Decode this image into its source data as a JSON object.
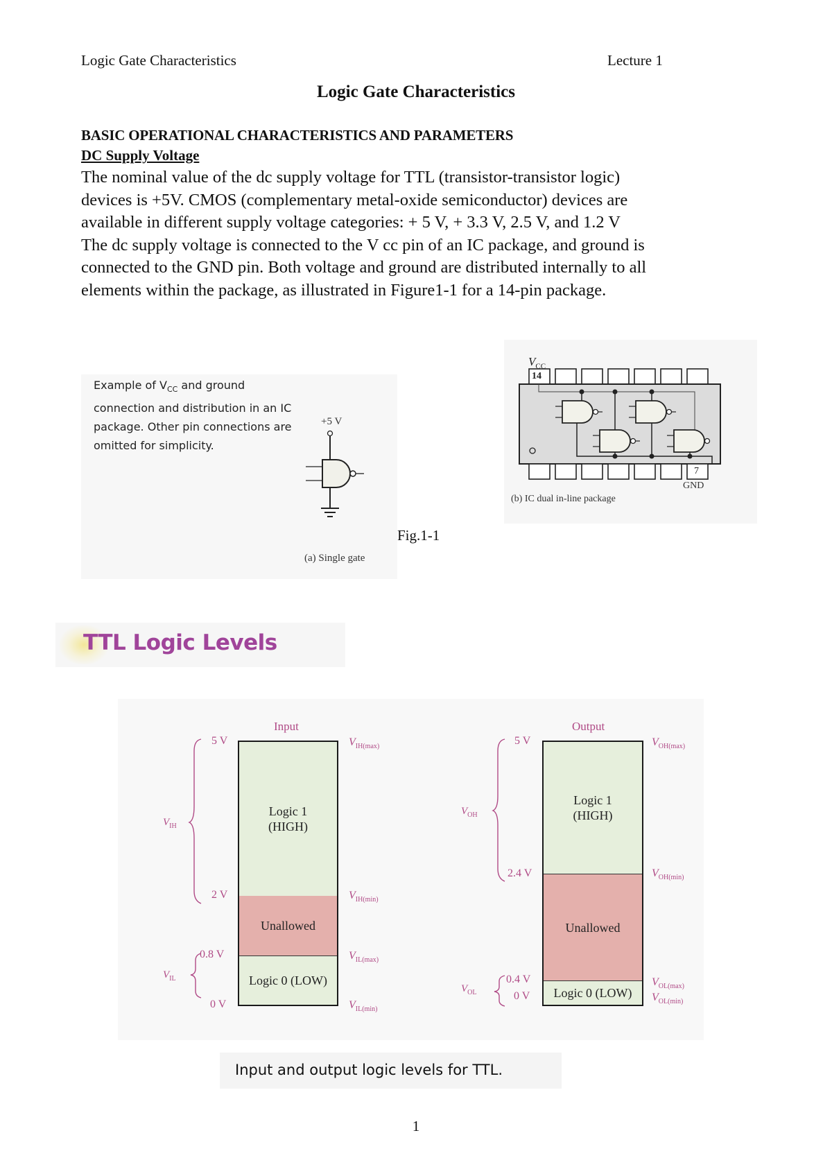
{
  "header": {
    "left": "Logic Gate Characteristics",
    "right": "Lecture 1"
  },
  "title": "Logic Gate Characteristics",
  "section_heading": "BASIC OPERATIONAL CHARACTERISTICS AND PARAMETERS",
  "subsection_heading": "DC Supply Voltage",
  "paragraph_lines": [
    "The nominal value of the dc supply voltage for TTL (transistor-transistor logic)",
    "devices is +5V. CMOS (complementary metal-oxide semiconductor) devices are",
    "available in different supply voltage categories: + 5 V, + 3.3 V, 2.5 V, and 1.2 V",
    "The dc supply voltage is connected to the V cc pin of an IC package, and ground is",
    "connected to the GND pin. Both voltage and ground are distributed internally to all",
    "elements within the package, as illustrated in Figure1-1 for a 14-pin package."
  ],
  "figure_1_1": {
    "label": "Fig.1-1",
    "panel_a": {
      "description_lines": [
        "Example of V",
        "CC",
        " and ground",
        "connection and distribution in an IC",
        "package. Other pin connections are",
        "omitted for simplicity."
      ],
      "supply_label": "+5 V",
      "caption": "(a)  Single gate"
    },
    "panel_b": {
      "vcc_label": "V",
      "vcc_sub": "CC",
      "pin_top_label": "14",
      "pin_bottom_label": "7",
      "gnd_label": "GND",
      "caption": "(b)  IC dual in-line package"
    }
  },
  "ttl_section": {
    "heading": "TTL Logic Levels",
    "caption": "Input and output logic levels for TTL.",
    "colors": {
      "label_magenta": "#b04a86",
      "logic_zone_green": "#e6efdc",
      "unallowed_pink": "#e4b0ac",
      "heading_purple": "#a0449a"
    }
  },
  "chart_data": {
    "type": "diagram",
    "title": "Input and output logic levels for TTL.",
    "panels": [
      {
        "name": "Input",
        "ticks": [
          "5 V",
          "2 V",
          "0.8 V",
          "0 V"
        ],
        "zones": [
          {
            "label": "Logic 1\n(HIGH)",
            "from_v": 2.0,
            "to_v": 5.0,
            "line1": "Logic 1",
            "line2": "(HIGH)"
          },
          {
            "label": "Unallowed",
            "from_v": 0.8,
            "to_v": 2.0
          },
          {
            "label": "Logic 0 (LOW)",
            "from_v": 0.0,
            "to_v": 0.8
          }
        ],
        "right_labels": [
          {
            "at": "5 V",
            "main": "V",
            "sub": "IH(max)"
          },
          {
            "at": "2 V",
            "main": "V",
            "sub": "IH(min)"
          },
          {
            "at": "0.8 V",
            "main": "V",
            "sub": "IL(max)"
          },
          {
            "at": "0 V",
            "main": "V",
            "sub": "IL(min)"
          }
        ],
        "brace_labels": [
          {
            "main": "V",
            "sub": "IH",
            "range": "2 V – 5 V"
          },
          {
            "main": "V",
            "sub": "IL",
            "range": "0 V – 0.8 V"
          }
        ]
      },
      {
        "name": "Output",
        "ticks": [
          "5 V",
          "2.4 V",
          "0.4 V",
          "0 V"
        ],
        "zones": [
          {
            "label": "Logic 1\n(HIGH)",
            "from_v": 2.4,
            "to_v": 5.0,
            "line1": "Logic 1",
            "line2": "(HIGH)"
          },
          {
            "label": "Unallowed",
            "from_v": 0.4,
            "to_v": 2.4
          },
          {
            "label": "Logic 0 (LOW)",
            "from_v": 0.0,
            "to_v": 0.4
          }
        ],
        "right_labels": [
          {
            "at": "5 V",
            "main": "V",
            "sub": "OH(max)"
          },
          {
            "at": "2.4 V",
            "main": "V",
            "sub": "OH(min)"
          },
          {
            "at": "0.4 V",
            "main": "V",
            "sub": "OL(max)"
          },
          {
            "at": "0 V",
            "main": "V",
            "sub": "OL(min)"
          }
        ],
        "brace_labels": [
          {
            "main": "V",
            "sub": "OH",
            "range": "2.4 V – 5 V"
          },
          {
            "main": "V",
            "sub": "OL",
            "range": "0 V – 0.4 V"
          }
        ]
      }
    ]
  },
  "page_number": "1"
}
